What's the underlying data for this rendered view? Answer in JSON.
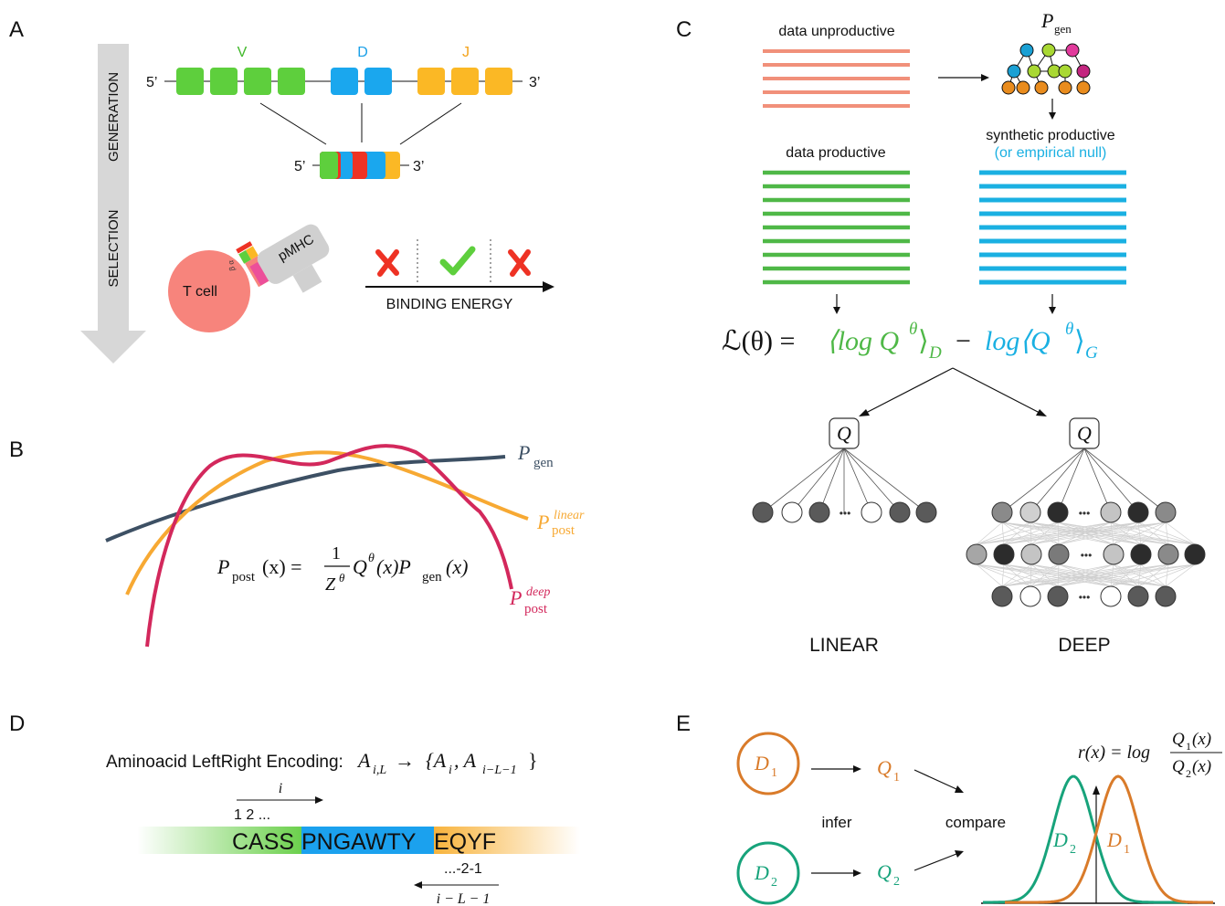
{
  "panels": {
    "a": "A",
    "b": "B",
    "c": "C",
    "d": "D",
    "e": "E"
  },
  "panel_a": {
    "generation": "GENERATION",
    "selection": "SELECTION",
    "five_prime": "5’",
    "three_prime": "3’",
    "v": "V",
    "d": "D",
    "j": "J",
    "t_cell": "T cell",
    "pmhc": "pMHC",
    "alpha_beta": "β α",
    "binding_energy": "BINDING ENERGY",
    "colors": {
      "v": "#5ecf3d",
      "d": "#1aa7ee",
      "j": "#fbb825",
      "red": "#ee3224",
      "tcell": "#f7847c",
      "pmhc": "#cfcfcf"
    }
  },
  "panel_b": {
    "pgen_main": "P",
    "pgen_sub": "gen",
    "linear_sup": "linear",
    "deep_sup": "deep",
    "post_sub": "post",
    "eq_lhs": "P",
    "eq_lhs_sub": "post",
    "eq_lhs_arg": "(x) =",
    "eq_num": "1",
    "eq_den": "Z",
    "eq_den_sup": "θ",
    "eq_q": "Q",
    "eq_q_sup": "θ",
    "eq_rest": "(x)P",
    "eq_rest_sub": "gen",
    "eq_rest_arg": "(x)",
    "colors": {
      "gen": "#3d5064",
      "linear": "#f7a933",
      "deep": "#d3285c"
    }
  },
  "panel_c": {
    "data_unproductive": "data unproductive",
    "data_productive": "data productive",
    "synthetic_productive": "synthetic productive",
    "empirical_null": "(or empirical null)",
    "pgen_main": "P",
    "pgen_sub": "gen",
    "loss_lhs": "ℒ(θ) =",
    "loss_term1": "⟨log Q",
    "loss_term1_sup": "θ",
    "loss_term1_close": "⟩",
    "loss_term1_sub": "D",
    "loss_minus": "−",
    "loss_term2": "log⟨Q",
    "loss_term2_sup": "θ",
    "loss_term2_close": "⟩",
    "loss_term2_sub": "G",
    "q": "Q",
    "dots": "•••",
    "linear": "LINEAR",
    "deep": "DEEP",
    "colors": {
      "unproductive": "#f1907a",
      "productive": "#4fb847",
      "synthetic": "#1ab0e2"
    }
  },
  "panel_d": {
    "encoding_text": "Aminoacid LeftRight Encoding:",
    "encoding_math": "A",
    "encoding_sub": "i,L",
    "encoding_arrow": "→",
    "encoding_set": "{A",
    "encoding_set_sub1": "i",
    "encoding_set_comma": ", A",
    "encoding_set_sub2": "i−L−1",
    "encoding_set_close": "}",
    "i_label": "i",
    "index_forward": "1 2 ...",
    "index_backward": "...-2-1",
    "back_label": "i − L − 1",
    "seq_left": "CASS",
    "seq_mid": "PNGAWTY",
    "seq_right": "EQYF",
    "colors": {
      "left": "#6cd04d",
      "mid": "#1ba1ee",
      "right": "#f8b33c"
    }
  },
  "panel_e": {
    "d1": "D",
    "d1_sub": "1",
    "d2": "D",
    "d2_sub": "2",
    "q1": "Q",
    "q1_sub": "1",
    "q2": "Q",
    "q2_sub": "2",
    "infer": "infer",
    "compare": "compare",
    "r_lhs": "r(x) = log",
    "r_num": "Q",
    "r_num_sub": "1",
    "r_num_arg": "(x)",
    "r_den": "Q",
    "r_den_sub": "2",
    "r_den_arg": "(x)",
    "colors": {
      "d1": "#d97b2a",
      "d2": "#17a37b"
    }
  }
}
